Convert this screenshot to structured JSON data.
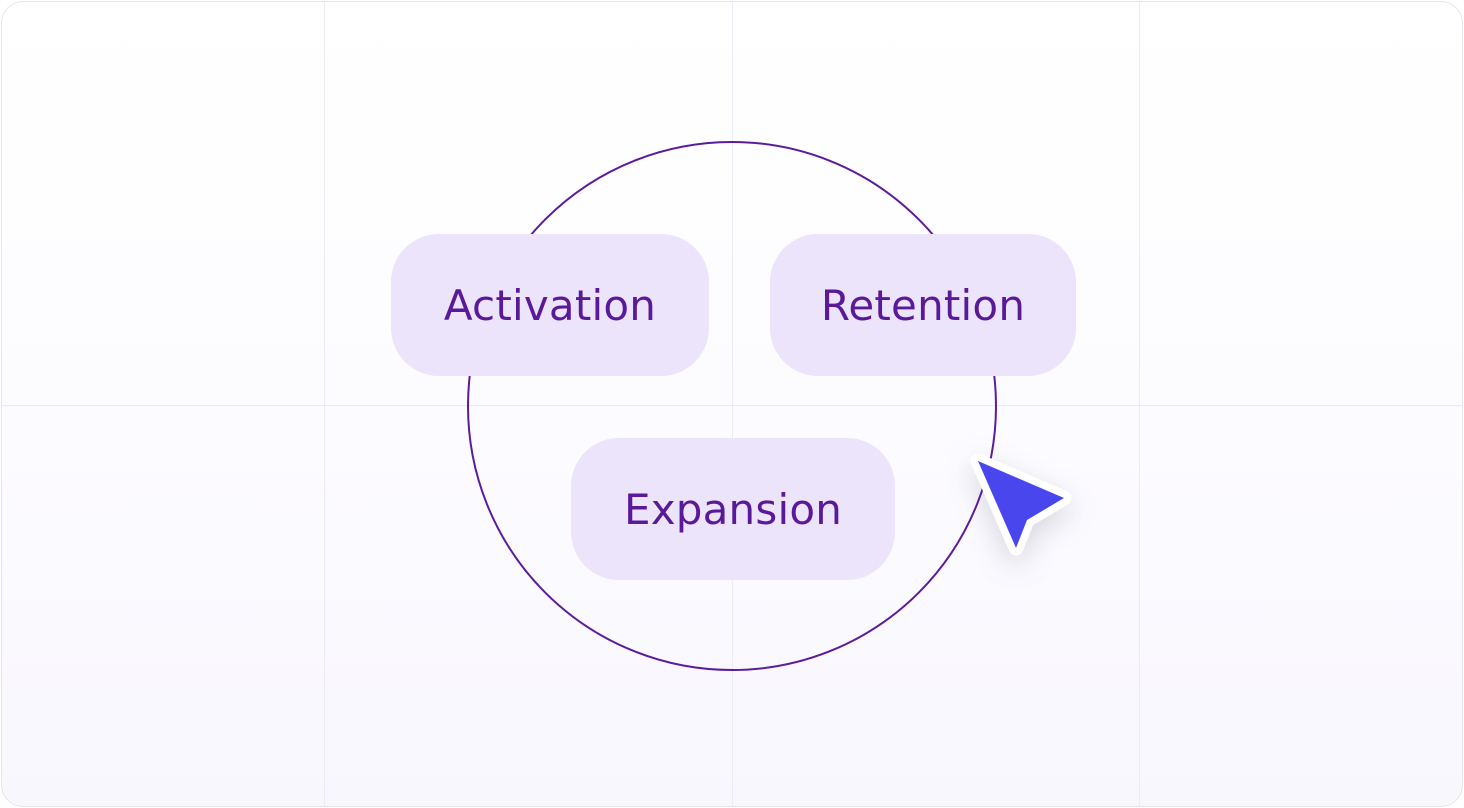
{
  "diagram": {
    "stages": [
      {
        "label": "Activation"
      },
      {
        "label": "Retention"
      },
      {
        "label": "Expansion"
      }
    ],
    "icons": {
      "cursor": "cursor-arrow-icon"
    },
    "colors": {
      "accent": "#5c1c9a",
      "pill_background": "#ebe4fb",
      "cursor": "#4a46ee"
    }
  }
}
